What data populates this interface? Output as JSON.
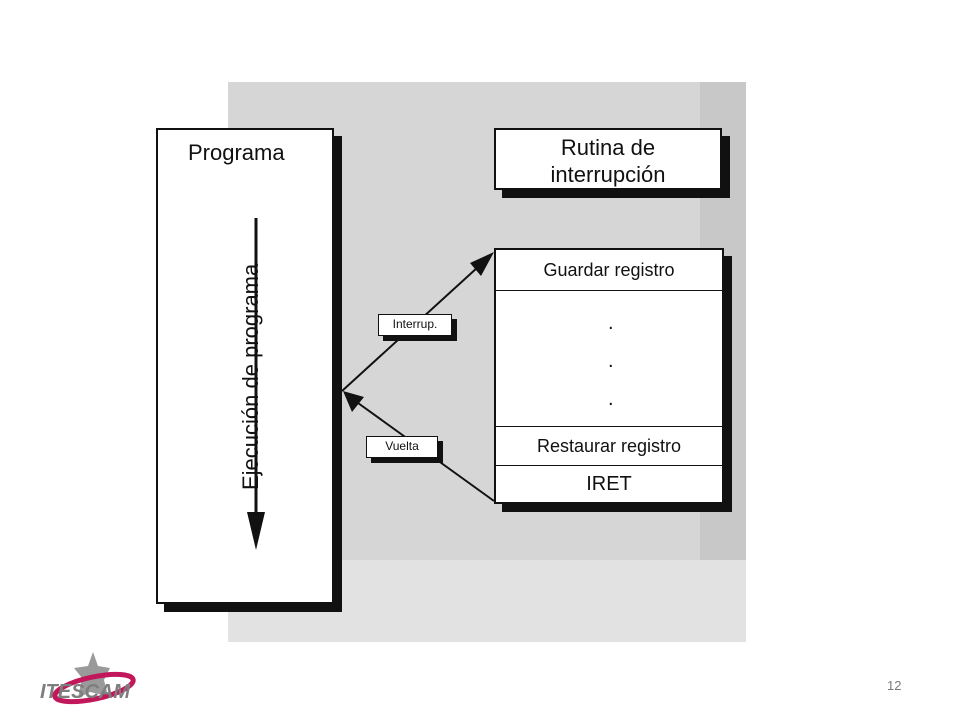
{
  "diagram": {
    "program_label": "Programa",
    "execution_label": "Ejecución de programa",
    "routine_title_line1": "Rutina de",
    "routine_title_line2": "interrupción",
    "rows": {
      "save": "Guardar registro",
      "dots": ".",
      "restore": "Restaurar registro",
      "iret": "IRET"
    },
    "interrupt_tag": "Interrup.",
    "return_tag": "Vuelta"
  },
  "footer": {
    "logo_text": "ITESCAM",
    "page_number": "12"
  },
  "colors": {
    "ink": "#111111",
    "scan_bg": "#d6d6d6",
    "logo_magenta": "#c2185b",
    "logo_grey": "#8a8a8a"
  }
}
